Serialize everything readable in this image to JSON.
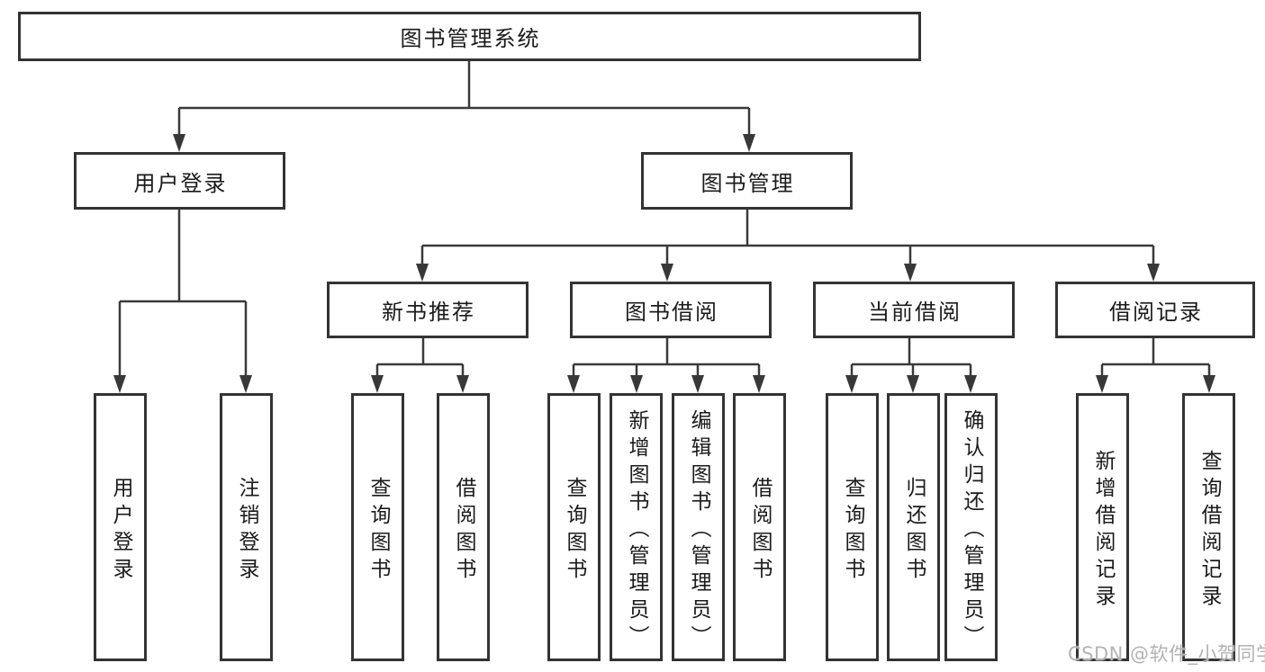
{
  "colors": {
    "background": "#ffffff",
    "line": "#3a3a3a",
    "box_border": "#333333",
    "text": "#1b1b1b",
    "watermark": "#b3b3b3"
  },
  "watermark": {
    "text": "CSDN @软件_小贺同学"
  },
  "tree": {
    "root": {
      "label": "图书管理系统"
    },
    "children": [
      {
        "label": "用户登录",
        "children": [
          {
            "label": "用户登录"
          },
          {
            "label": "注销登录"
          }
        ]
      },
      {
        "label": "图书管理",
        "children": [
          {
            "label": "新书推荐",
            "children": [
              {
                "label": "查询图书"
              },
              {
                "label": "借阅图书"
              }
            ]
          },
          {
            "label": "图书借阅",
            "children": [
              {
                "label": "查询图书"
              },
              {
                "label": "新增图书（管理员）"
              },
              {
                "label": "编辑图书（管理员）"
              },
              {
                "label": "借阅图书"
              }
            ]
          },
          {
            "label": "当前借阅",
            "children": [
              {
                "label": "查询图书"
              },
              {
                "label": "归还图书"
              },
              {
                "label": "确认归还（管理员）"
              }
            ]
          },
          {
            "label": "借阅记录",
            "children": [
              {
                "label": "新增借阅记录"
              },
              {
                "label": "查询借阅记录"
              }
            ]
          }
        ]
      }
    ]
  }
}
